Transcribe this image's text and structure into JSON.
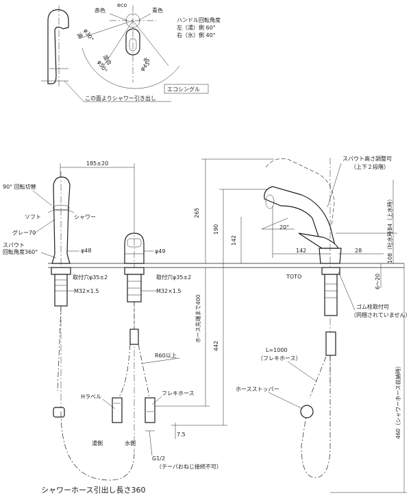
{
  "top_view": {
    "red_label": "赤色",
    "eco_label": "eco",
    "blue_label": "青色",
    "handle_rotation_title": "ハンドル回転角度",
    "left_hot": "左（湯）側 60°",
    "right_cold": "右（水）側 40°",
    "hot_zone": "湯",
    "hot_angle": "φ30°",
    "mix_zone": "混合",
    "mix_angle": "φ50°",
    "cold_zone": "水",
    "cold_angle": "φ45°",
    "eco_single": "エコシングル",
    "shower_pull_note": "この面よりシャワー引き出し"
  },
  "dimensions": {
    "d185": "185±20",
    "d265": "265",
    "d190": "190",
    "d142v": "142",
    "d442": "442",
    "d400": "ホース先端まで400",
    "d20deg": "20°",
    "d142h": "142",
    "d28": "28",
    "d84": "84（上水時）",
    "d108": "108（吐水時）",
    "d6_20": "6～20",
    "d460": "460（シャワーホース収納時）",
    "d75": "7.5",
    "phi48": "φ48",
    "phi49": "φ49",
    "hole_left": "取付穴φ35±2",
    "hole_right": "取付穴φ35±2",
    "m32_left": "M32×1.5",
    "m32_right": "M32×1.5",
    "r60": "R60以上"
  },
  "labels": {
    "rot90": "90° 回転切替",
    "soft": "ソフト",
    "shower": "シャワー",
    "gray": "グレー70",
    "spout_rot_1": "スパウト",
    "spout_rot_2": "回転角度360°",
    "height_adjust_1": "スパウト高さ調整可",
    "height_adjust_2": "（上下２段階）",
    "toto": "TOTO",
    "rubber_1": "ゴム栓取付可",
    "rubber_2": "（同梱されていません）",
    "hose_len_1": "L=1000",
    "hose_len_2": "（フレキホース）",
    "hose_stopper": "ホースストッパー",
    "flexi": "フレキホース",
    "h_label": "Hラベル",
    "hot_side": "湯側",
    "cold_side": "水側",
    "g12": "G1/2",
    "taper": "（テーパおねじ接続不可）",
    "footer": "シャワーホース引出し長さ360"
  }
}
